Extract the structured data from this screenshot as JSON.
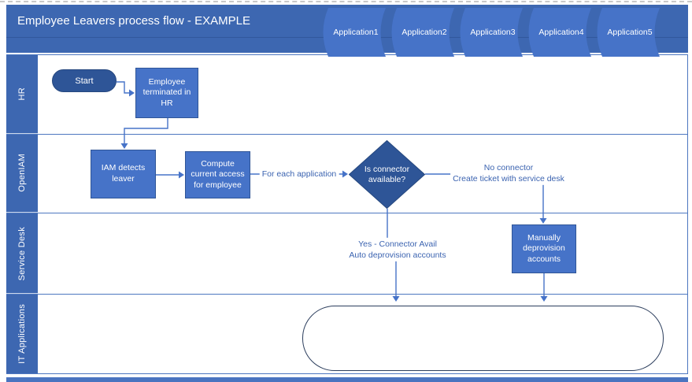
{
  "page": {
    "title": "Employee Leavers process flow - EXAMPLE"
  },
  "lanes": [
    {
      "label": "HR"
    },
    {
      "label": "OpenIAM"
    },
    {
      "label": "Service Desk"
    },
    {
      "label": "IT Applications"
    }
  ],
  "nodes": {
    "start": {
      "label": "Start",
      "type": "terminator"
    },
    "employee_terminated": {
      "label": "Employee terminated in HR",
      "type": "process"
    },
    "iam_detects": {
      "label": "IAM detects leaver",
      "type": "process"
    },
    "compute_access": {
      "label": "Compute current access for employee",
      "type": "process"
    },
    "connector_available": {
      "label": "Is connector available?",
      "type": "decision"
    },
    "manually_deprovision": {
      "label": "Manually deprovision accounts",
      "type": "process"
    },
    "applications": [
      "Application1",
      "Application2",
      "Application3",
      "Application4",
      "Application5"
    ]
  },
  "connector_labels": {
    "for_each_application": "For each application",
    "no_connector_line1": "No connector",
    "no_connector_line2": "Create ticket with service desk",
    "yes_connector_line1": "Yes - Connector Avail",
    "yes_connector_line2": "Auto deprovision accounts"
  },
  "colors": {
    "band_blue": "#3d67b1",
    "process_fill": "#4673c8",
    "process_border": "#2f5597",
    "decision_fill": "#2e5597",
    "connector_line": "#4673c8",
    "connector_text": "#3b63b0",
    "lane_divider": "#4d77c0",
    "container_outline": "#2c3e5d"
  }
}
